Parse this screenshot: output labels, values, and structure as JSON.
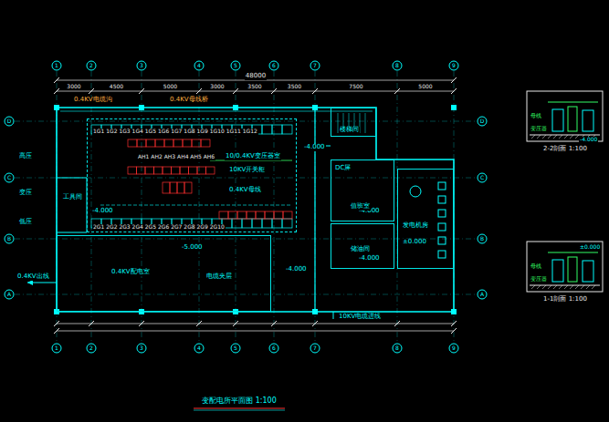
{
  "diagram": {
    "title": "变配电所平面图 1:100",
    "nodes": [
      {
        "text": [
          "10/0.4KV变压器室"
        ]
      },
      {
        "text": [
          "0.4KV配电室"
        ]
      },
      {
        "text": [
          "楼梯间"
        ]
      },
      {
        "text": [
          "值班室"
        ]
      },
      {
        "text": [
          "储油间"
        ]
      },
      {
        "text": [
          "发电机房"
        ]
      }
    ],
    "labels": [
      "48000",
      "3000",
      "4500",
      "5000",
      "3000",
      "3500",
      "3500",
      "7500",
      "5000",
      "0.4KV电缆沟",
      "0.4KV母线桥",
      "1",
      "2",
      "3",
      "4",
      "5",
      "6",
      "7",
      "8",
      "9",
      "1",
      "2",
      "3",
      "4",
      "5",
      "6",
      "7",
      "8",
      "9",
      "D",
      "C",
      "B",
      "A",
      "D",
      "C",
      "B",
      "A",
      "1G1 1G2 1G3 1G4 1G5 1G6 1G7 1G8 1G9 1G10 1G11 1G12",
      "AH1 AH2 AH3 AH4 AH5 AH6",
      "2G1 2G2 2G3 2G4 2G5 2G6 2G7 2G8 2G9 2G10",
      "-4.000",
      "-4.000",
      "10KV开关柜",
      "0.4KV母线",
      "-5.000",
      "电缆夹层",
      "-4.000",
      "DC屏",
      "-4.000",
      "-4.000",
      "±0.000",
      "10KV电缆进线",
      "高压",
      "变压",
      "低压",
      "0.4KV出线",
      "工具间",
      "母线",
      "变压器",
      "-4.000",
      "2-2剖面 1:100",
      "母线",
      "变压器",
      "±0.000",
      "1-1剖面 1:100"
    ]
  }
}
